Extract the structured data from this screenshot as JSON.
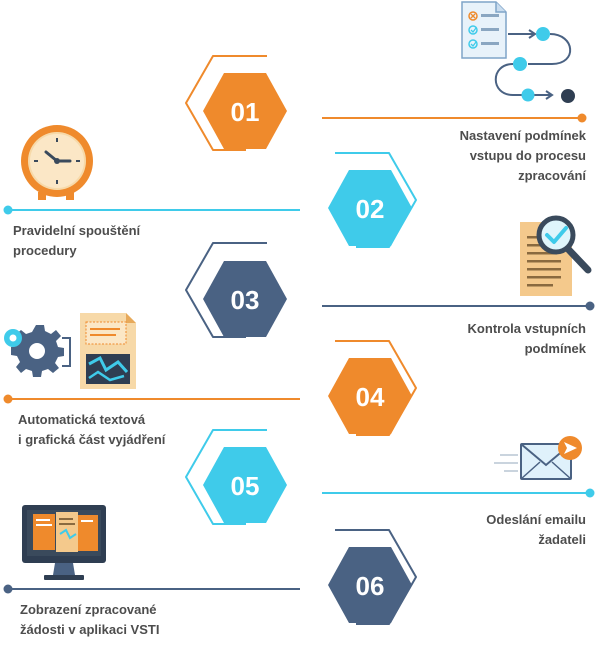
{
  "colors": {
    "orange": "#ef8a2c",
    "cyan": "#3fcbea",
    "slate": "#4a6283",
    "text": "#4d4d4d"
  },
  "steps": [
    {
      "number": "01",
      "color": "orange",
      "label_lines": [
        "Nastavení podmínek",
        "vstupu do procesu",
        "zpracování"
      ],
      "icon": "checklist-flow-icon"
    },
    {
      "number": "02",
      "color": "cyan",
      "label_lines": [
        "Pravidelní spouštění",
        "procedury"
      ],
      "icon": "clock-icon"
    },
    {
      "number": "03",
      "color": "slate",
      "label_lines": [
        "Kontrola vstupních",
        "podmínek"
      ],
      "icon": "document-magnifier-icon"
    },
    {
      "number": "04",
      "color": "orange",
      "label_lines": [
        "Automatická textová",
        "i grafická část vyjádření"
      ],
      "icon": "gears-document-icon"
    },
    {
      "number": "05",
      "color": "cyan",
      "label_lines": [
        "Odeslání emailu",
        "žadateli"
      ],
      "icon": "email-icon"
    },
    {
      "number": "06",
      "color": "slate",
      "label_lines": [
        "Zobrazení zpracované",
        "žádosti v aplikaci VSTI"
      ],
      "icon": "monitor-icon"
    }
  ]
}
